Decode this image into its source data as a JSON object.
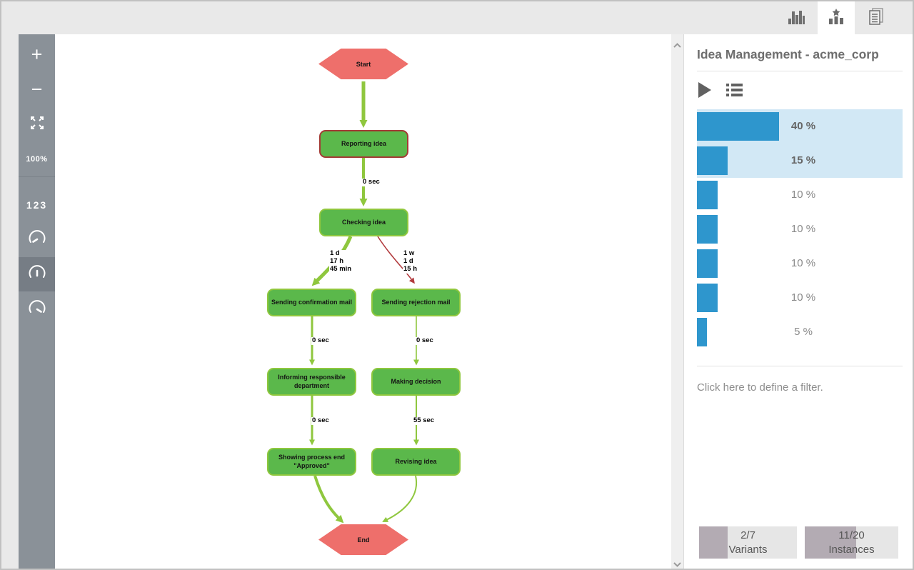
{
  "colors": {
    "accent_blue": "#2e96cd",
    "selected_row_bg": "#d2e8f5",
    "activity_green": "#5bb84b",
    "activity_border_green": "#8fc73e",
    "selected_activity_border": "#a43a35",
    "endpoint_red": "#ee6f6b",
    "edge_green": "#8fc73e",
    "edge_red": "#b23c3f",
    "toolbar_gray": "#8a9198",
    "stat_fill_gray": "#b3abb3"
  },
  "topbar": {
    "tabs": [
      {
        "id": "statistics",
        "icon": "bar-chart-icon",
        "active": false
      },
      {
        "id": "variants",
        "icon": "star-chart-icon",
        "active": true
      },
      {
        "id": "log",
        "icon": "document-icon",
        "active": false
      }
    ]
  },
  "toolbar": {
    "zoom_in": "+",
    "zoom_out": "−",
    "zoom_level": "100%",
    "frequency_label": "123",
    "gauges": [
      {
        "id": "performance-min",
        "active": false
      },
      {
        "id": "performance-median",
        "active": true
      },
      {
        "id": "performance-max",
        "active": false
      }
    ]
  },
  "diagram": {
    "nodes": [
      {
        "id": "start",
        "type": "endpoint",
        "label": "Start"
      },
      {
        "id": "reporting-idea",
        "type": "activity",
        "label": "Reporting idea",
        "selected": true
      },
      {
        "id": "checking-idea",
        "type": "activity",
        "label": "Checking idea",
        "selected": false
      },
      {
        "id": "sending-confirmation-mail",
        "type": "activity",
        "label": "Sending confirmation mail",
        "selected": false
      },
      {
        "id": "sending-rejection-mail",
        "type": "activity",
        "label": "Sending rejection mail",
        "selected": false
      },
      {
        "id": "informing-responsible-department",
        "type": "activity",
        "label": "Informing responsible department",
        "selected": false
      },
      {
        "id": "making-decision",
        "type": "activity",
        "label": "Making decision",
        "selected": false
      },
      {
        "id": "showing-process-end-approved",
        "type": "activity",
        "label": "Showing process end\n\"Approved\"",
        "selected": false
      },
      {
        "id": "revising-idea",
        "type": "activity",
        "label": "Revising idea",
        "selected": false
      },
      {
        "id": "end",
        "type": "endpoint",
        "label": "End"
      }
    ],
    "edge_labels": [
      {
        "id": "reporting-to-checking",
        "text": "0 sec"
      },
      {
        "id": "checking-to-confirmation",
        "text": "1 d\n17 h\n45 min"
      },
      {
        "id": "checking-to-rejection",
        "text": "1 w\n1 d\n15 h"
      },
      {
        "id": "confirmation-to-informing",
        "text": "0 sec"
      },
      {
        "id": "rejection-to-decision",
        "text": "0 sec"
      },
      {
        "id": "informing-to-showing",
        "text": "0 sec"
      },
      {
        "id": "decision-to-revising",
        "text": "55 sec"
      }
    ]
  },
  "panel": {
    "title": "Idea Management - acme_corp",
    "variants": [
      {
        "percent_label": "40 %",
        "value": 40,
        "selected": true
      },
      {
        "percent_label": "15 %",
        "value": 15,
        "selected": true
      },
      {
        "percent_label": "10 %",
        "value": 10,
        "selected": false
      },
      {
        "percent_label": "10 %",
        "value": 10,
        "selected": false
      },
      {
        "percent_label": "10 %",
        "value": 10,
        "selected": false
      },
      {
        "percent_label": "10 %",
        "value": 10,
        "selected": false
      },
      {
        "percent_label": "5 %",
        "value": 5,
        "selected": false
      }
    ],
    "filter_hint": "Click here to define a filter.",
    "stats": [
      {
        "value": "2/7",
        "label": "Variants",
        "fraction": 0.29
      },
      {
        "value": "11/20",
        "label": "Instances",
        "fraction": 0.55
      }
    ]
  }
}
